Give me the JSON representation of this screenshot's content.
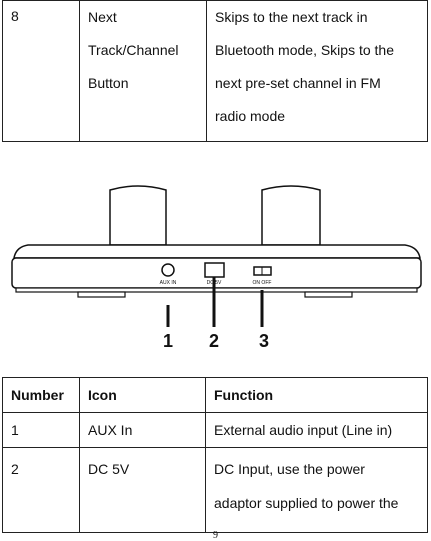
{
  "top_table": {
    "number": "8",
    "icon_lines": [
      "Next",
      "Track/Channel",
      "Button"
    ],
    "function_lines": [
      "Skips to the next track in",
      "Bluetooth mode, Skips to the",
      "next pre-set channel in FM",
      "radio mode"
    ]
  },
  "figure": {
    "port_labels": [
      "AUX IN",
      "DC 5V",
      "ON OFF"
    ],
    "callouts": [
      "1",
      "2",
      "3"
    ]
  },
  "bottom_table": {
    "headers": [
      "Number",
      "Icon",
      "Function"
    ],
    "rows": [
      {
        "number": "1",
        "icon": "AUX In",
        "function_lines": [
          "External audio input (Line in)"
        ]
      },
      {
        "number": "2",
        "icon": "DC 5V",
        "function_lines": [
          "DC Input, use the power",
          "adaptor supplied to power the"
        ]
      }
    ]
  },
  "page_number": "9"
}
